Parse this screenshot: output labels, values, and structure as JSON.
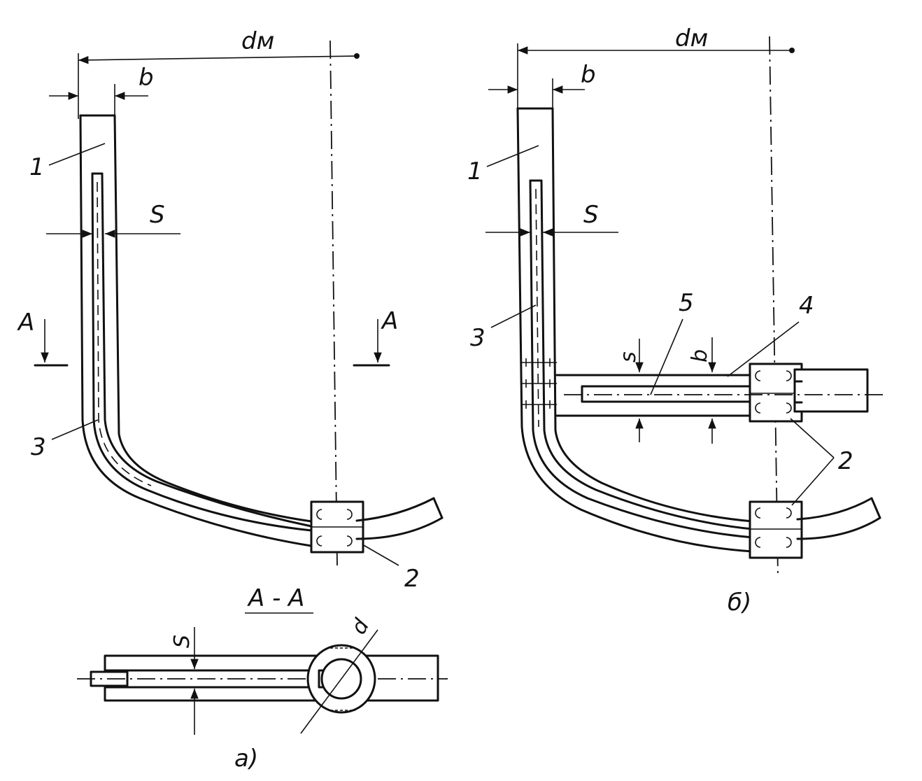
{
  "figure_a": {
    "label": "а)",
    "section_title": "A - A",
    "section_mark_left": "A",
    "section_mark_right": "A",
    "dim_diameter": "dм",
    "dim_width": "b",
    "dim_thickness": "S",
    "callout_1": "1",
    "callout_2": "2",
    "callout_3": "3",
    "section_dim_s": "S",
    "section_dim_d": "d"
  },
  "figure_b": {
    "label": "б)",
    "dim_diameter": "dм",
    "dim_width": "b",
    "dim_thickness": "S",
    "callout_1": "1",
    "callout_2": "2",
    "callout_3": "3",
    "callout_4": "4",
    "callout_5": "5",
    "branch_dim_s": "s",
    "branch_dim_b": "b"
  }
}
